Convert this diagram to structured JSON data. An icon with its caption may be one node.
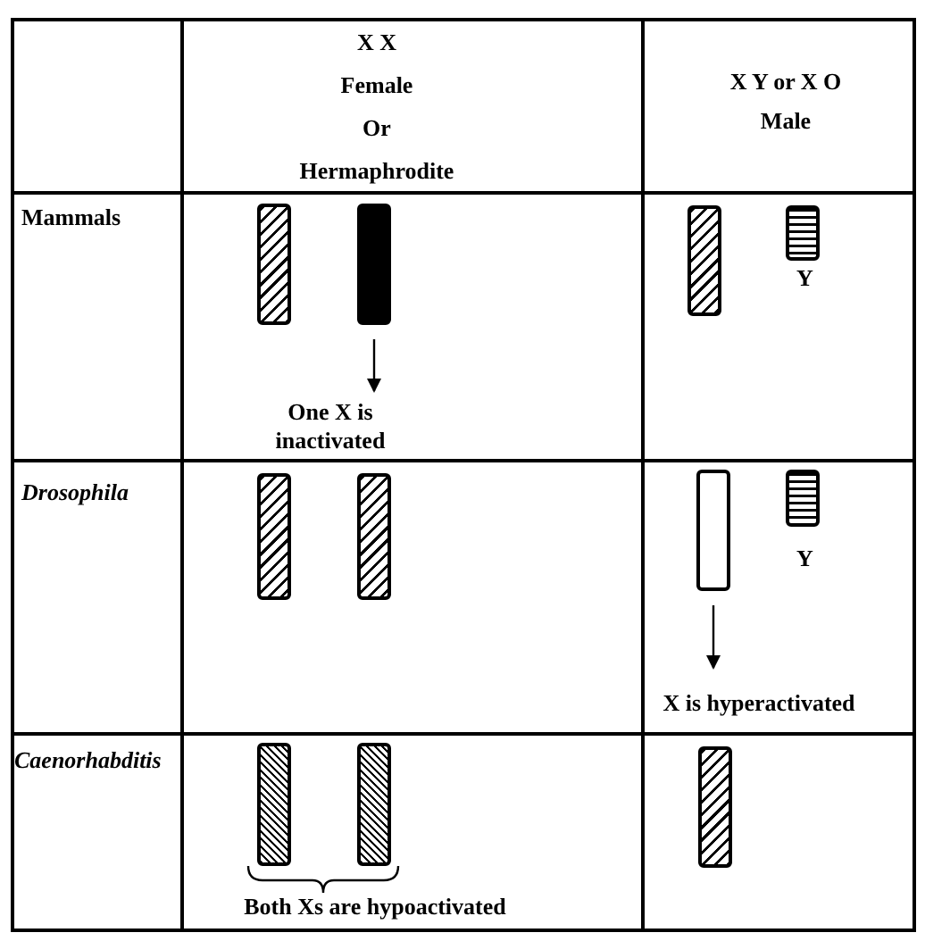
{
  "diagram": {
    "nodes": [
      {
        "text": [],
        "shape": "bar"
      },
      {
        "text": [],
        "shape": "bar"
      },
      {
        "text": [],
        "shape": "bar"
      },
      {
        "text": [],
        "shape": "bar",
        "beside": [
          "Y"
        ]
      },
      {
        "text": [
          "One X is inactivated"
        ]
      },
      {
        "text": [],
        "shape": "bar"
      },
      {
        "text": [],
        "shape": "bar"
      },
      {
        "text": [],
        "shape": "bar"
      },
      {
        "text": [],
        "shape": "bar",
        "beside": [
          "Y"
        ]
      },
      {
        "text": [
          "X is hyperactivated"
        ]
      },
      {
        "text": [],
        "shape": "bar"
      },
      {
        "text": [],
        "shape": "bar"
      },
      {
        "text": [],
        "shape": "bar"
      }
    ],
    "edges": [
      {
        "from": 1,
        "to": 4,
        "arrow": "to"
      },
      {
        "from": 7,
        "to": 9,
        "arrow": "to"
      }
    ],
    "labels": [
      "X X",
      "Female",
      "Or",
      "Hermaphrodite",
      "X Y or X O",
      "Male",
      "Mammals",
      "Drosophila",
      "Caenorhabditis",
      "Both Xs are hypoactivated"
    ]
  }
}
